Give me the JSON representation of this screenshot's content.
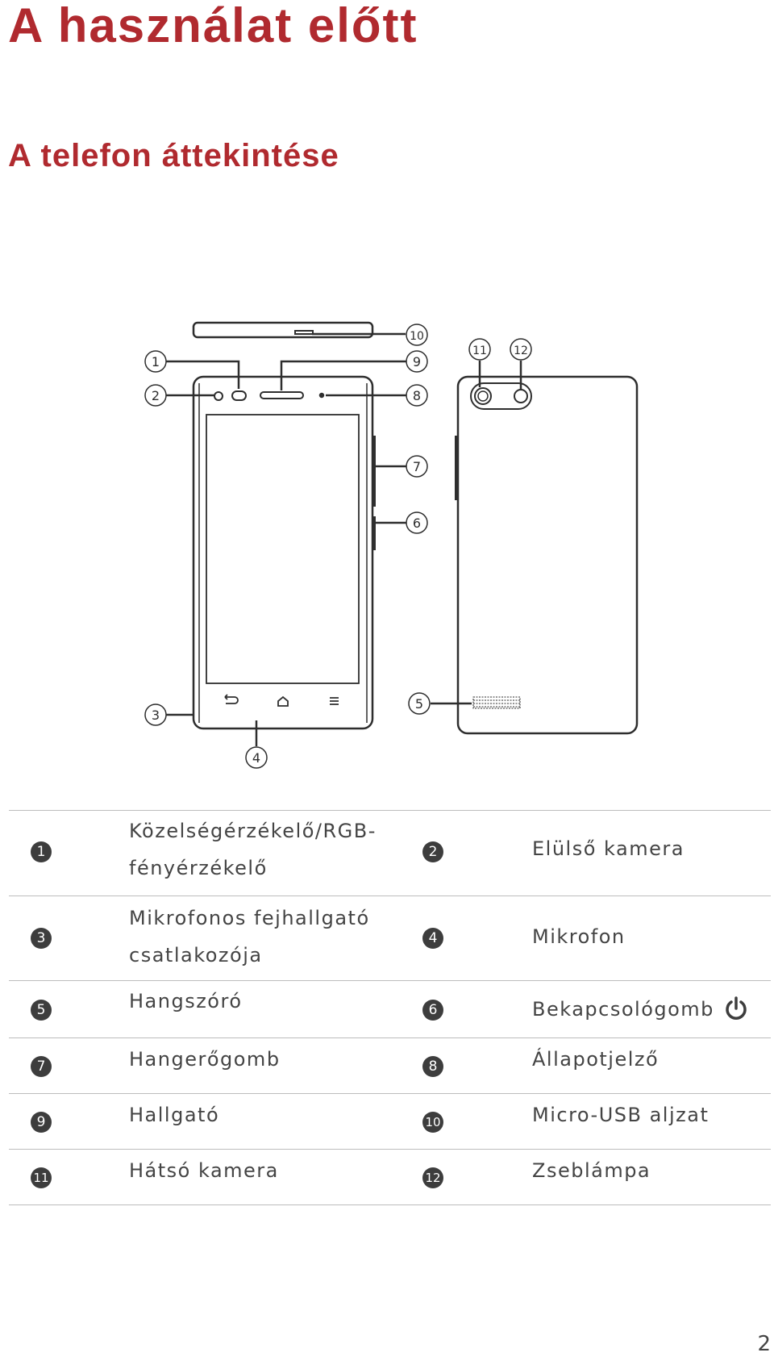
{
  "header": {
    "title": "A használat előtt",
    "subtitle": "A telefon áttekintése"
  },
  "colors": {
    "heading": "#b02a2f",
    "text": "#444444",
    "badge": "#3d3d3d"
  },
  "diagram_callouts": [
    "1",
    "2",
    "3",
    "4",
    "5",
    "6",
    "7",
    "8",
    "9",
    "10",
    "11",
    "12"
  ],
  "legend": [
    {
      "left": {
        "num": "1",
        "label": "Közelségérzékelő/RGB-fényérzékelő",
        "lines": [
          "Közelségérzékelő/RGB-",
          "fényérzékelő"
        ]
      },
      "right": {
        "num": "2",
        "label": "Elülső kamera"
      }
    },
    {
      "left": {
        "num": "3",
        "label": "Mikrofonos fejhallgató csatlakozója",
        "lines": [
          "Mikrofonos fejhallgató",
          "csatlakozója"
        ]
      },
      "right": {
        "num": "4",
        "label": "Mikrofon"
      }
    },
    {
      "left": {
        "num": "5",
        "label": "Hangszóró"
      },
      "right": {
        "num": "6",
        "label": "Bekapcsológomb",
        "icon": "power-icon"
      }
    },
    {
      "left": {
        "num": "7",
        "label": "Hangerőgomb"
      },
      "right": {
        "num": "8",
        "label": "Állapotjelző"
      }
    },
    {
      "left": {
        "num": "9",
        "label": "Hallgató"
      },
      "right": {
        "num": "10",
        "label": "Micro-USB aljzat"
      }
    },
    {
      "left": {
        "num": "11",
        "label": "Hátsó kamera"
      },
      "right": {
        "num": "12",
        "label": "Zseblámpa"
      }
    }
  ],
  "page_number": "2"
}
